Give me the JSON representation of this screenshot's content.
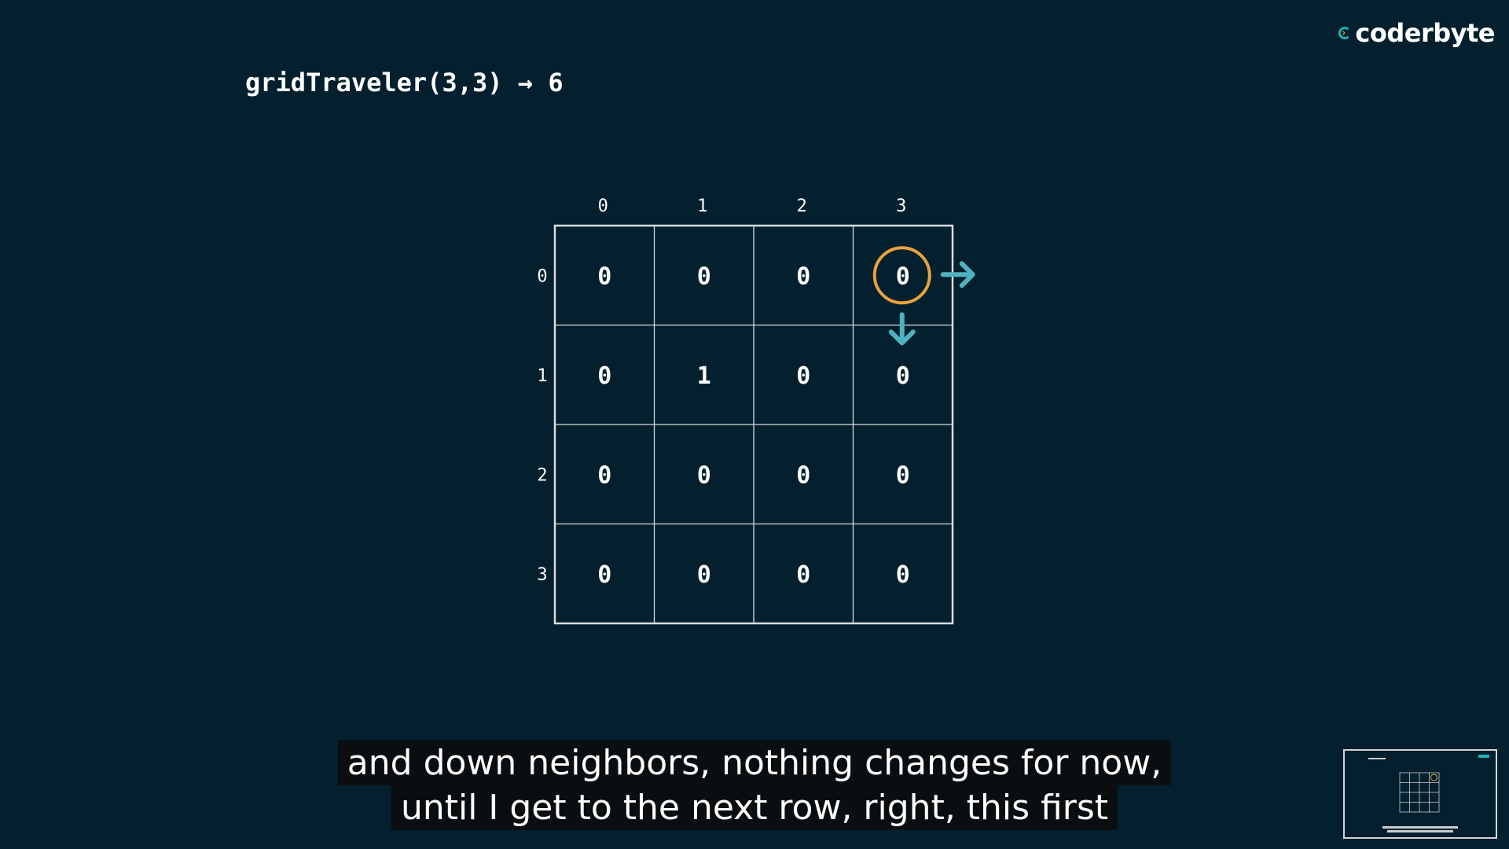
{
  "brand": {
    "name": "coderbyte",
    "accent_color": "#1fb0b4",
    "icon": "coderbyte-logo-icon"
  },
  "heading": {
    "text": "gridTraveler(3,3) → 6"
  },
  "grid": {
    "column_labels": [
      "0",
      "1",
      "2",
      "3"
    ],
    "row_labels": [
      "0",
      "1",
      "2",
      "3"
    ],
    "cells": [
      [
        "0",
        "0",
        "0",
        "0"
      ],
      [
        "0",
        "1",
        "0",
        "0"
      ],
      [
        "0",
        "0",
        "0",
        "0"
      ],
      [
        "0",
        "0",
        "0",
        "0"
      ]
    ],
    "highlight": {
      "row": 0,
      "col": 3,
      "color": "#e8a33d"
    },
    "arrows": [
      {
        "direction": "right",
        "icon": "arrow-right-icon",
        "color": "#4fb3bf"
      },
      {
        "direction": "down",
        "icon": "arrow-down-icon",
        "color": "#4fb3bf"
      }
    ]
  },
  "captions": {
    "line1": "and down neighbors, nothing changes for now,",
    "line2": "until I get to the next row, right, this first"
  },
  "colors": {
    "background": "#04202e",
    "grid_line": "#d8dcde",
    "caption_bg": "#0b0e10"
  }
}
